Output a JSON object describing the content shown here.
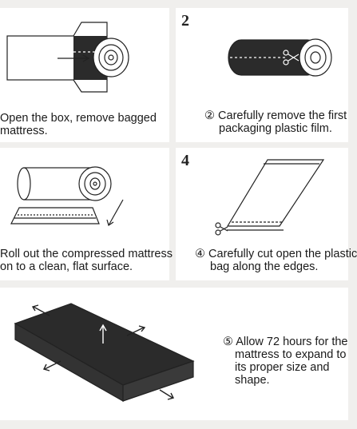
{
  "steps": [
    {
      "number": "",
      "lines": [
        "Open the box, remove bagged",
        "mattress."
      ]
    },
    {
      "number": "2",
      "lines": [
        "② Carefully remove the first",
        "packaging plastic film."
      ]
    },
    {
      "number": "",
      "lines": [
        "Roll out the compressed mattress",
        "on to a clean, flat surface."
      ]
    },
    {
      "number": "4",
      "lines": [
        "④ Carefully cut open the plastic",
        "bag along the edges."
      ]
    },
    {
      "number": "",
      "lines": [
        "⑤ Allow 72 hours for the",
        "mattress to expand to",
        "its proper size and",
        "shape."
      ]
    }
  ]
}
